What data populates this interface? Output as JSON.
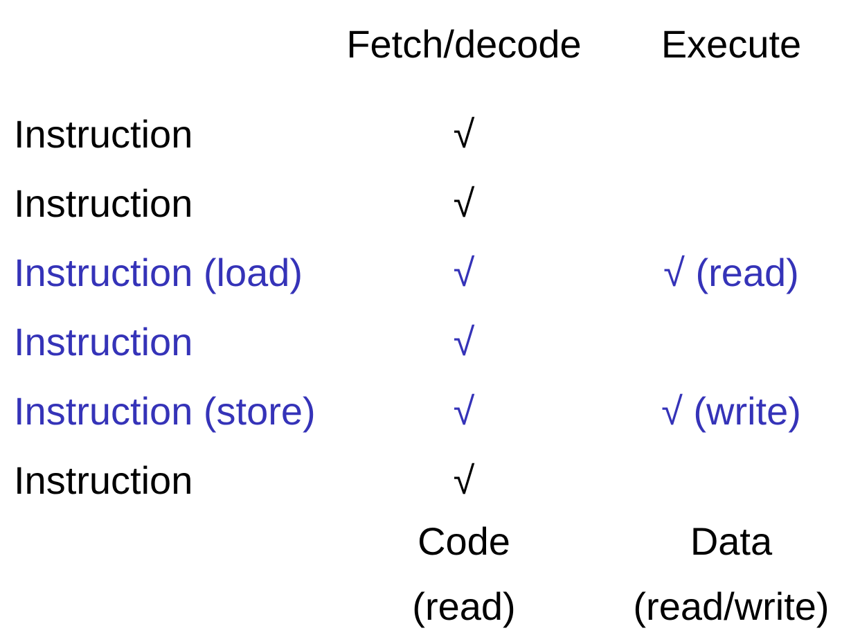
{
  "table": {
    "columns": [
      {
        "label": "Fetch/decode"
      },
      {
        "label": "Execute"
      }
    ],
    "rows": [
      {
        "label": "Instruction",
        "fetch": "√",
        "execute": "",
        "highlight": false
      },
      {
        "label": "Instruction",
        "fetch": "√",
        "execute": "",
        "highlight": false
      },
      {
        "label": "Instruction (load)",
        "fetch": "√",
        "execute": "√ (read)",
        "highlight": true
      },
      {
        "label": "Instruction",
        "fetch": "√",
        "execute": "",
        "highlight": true
      },
      {
        "label": "Instruction (store)",
        "fetch": "√",
        "execute": "√ (write)",
        "highlight": true
      },
      {
        "label": "Instruction",
        "fetch": "√",
        "execute": "",
        "highlight": false
      }
    ],
    "footer": {
      "code_label": "Code",
      "code_sub": "(read)",
      "data_label": "Data",
      "data_sub": "(read/write)"
    }
  },
  "colors": {
    "background": "#ffffff",
    "text": "#000000",
    "highlight": "#3533b8"
  }
}
